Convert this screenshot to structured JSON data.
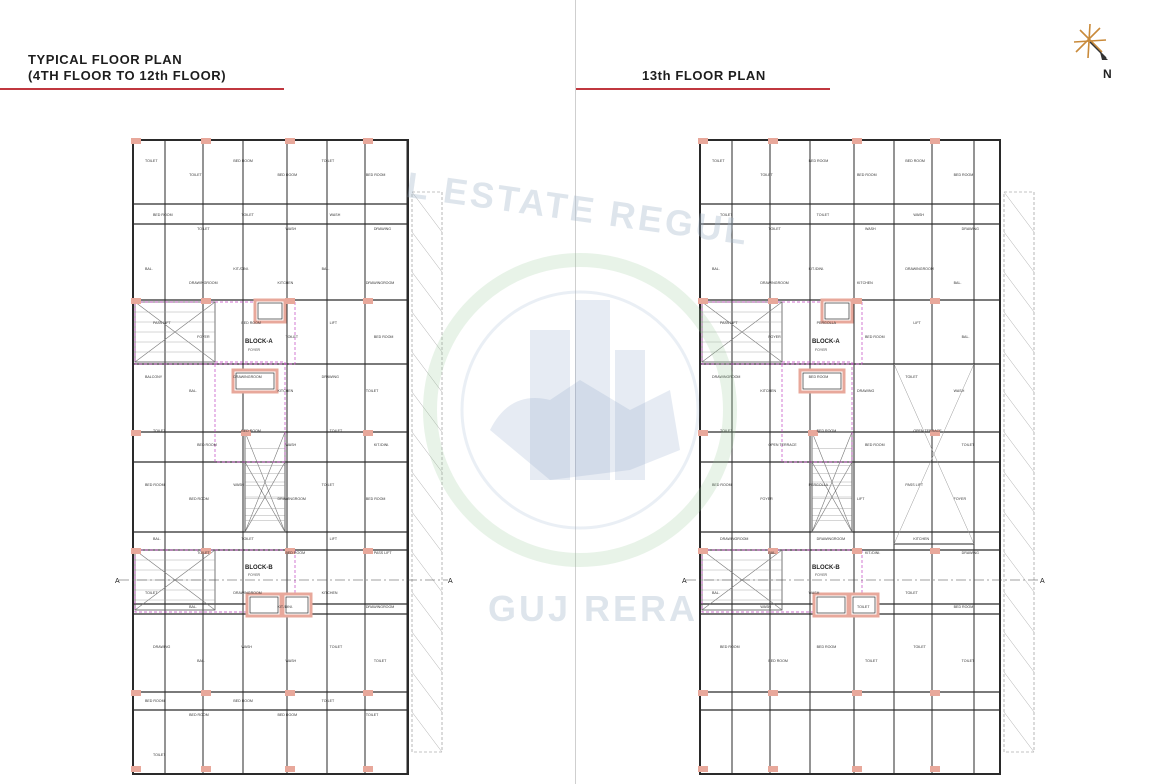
{
  "left": {
    "title_line1": "TYPICAL FLOOR PLAN",
    "title_line2": "(4TH FLOOR TO 12th FLOOR)"
  },
  "right": {
    "title": "13th FLOOR PLAN"
  },
  "compass": {
    "north_label": "N"
  },
  "watermark": {
    "text_top": "L ESTATE REGUL",
    "text_bottom": "GUJ RERA"
  },
  "block_labels": {
    "block_a": "BLOCK-A",
    "block_b": "BLOCK-B",
    "foyer": "FOYER"
  },
  "section_marker": "A",
  "colors": {
    "accent": "#c0373f",
    "wall": "#2a2a2a",
    "column": "#e8a89b",
    "circulation": "#c040c0"
  },
  "left_rooms": [
    "TOILET",
    "TOILET",
    "BED ROOM",
    "BED ROOM",
    "TOILET",
    "BED ROOM",
    "BED ROOM",
    "TOILET",
    "TOILET",
    "WASH",
    "WASH",
    "DRAWING",
    "BAL.",
    "DRAWINGROOM",
    "KIT./DINI.",
    "KITCHEN",
    "BAL.",
    "DRAWINGROOM",
    "PASS LIFT",
    "FOYER",
    "BED ROOM",
    "TOILET",
    "LIFT",
    "BED ROOM",
    "BALCONY",
    "BAL.",
    "DRAWINGROOM",
    "KITCHEN",
    "DRAWING",
    "TOILET",
    "TOILET",
    "BED ROOM",
    "BED ROOM",
    "WASH",
    "TOILET",
    "KIT./DINI.",
    "BED ROOM",
    "BED ROOM",
    "WASH",
    "DRAWINGROOM",
    "TOILET",
    "BED ROOM",
    "BAL.",
    "TOILET",
    "TOILET",
    "BED ROOM",
    "LIFT",
    "PASS LIFT",
    "TOILET",
    "BAL.",
    "DRAWINGROOM",
    "KIT./DINI.",
    "KITCHEN",
    "DRAWINGROOM",
    "DRAWING",
    "BAL.",
    "WASH",
    "WASH",
    "TOILET",
    "TOILET",
    "BED ROOM",
    "BED ROOM",
    "BED ROOM",
    "BED ROOM",
    "TOILET",
    "TOILET",
    "TOILET"
  ],
  "right_rooms": [
    "TOILET",
    "TOILET",
    "BED ROOM",
    "BED ROOM",
    "BED ROOM",
    "BED ROOM",
    "TOILET",
    "TOILET",
    "TOILET",
    "WASH",
    "WASH",
    "DRAWING",
    "BAL.",
    "DRAWINGROOM",
    "KIT./DINI.",
    "KITCHEN",
    "DRAWINGROOM",
    "BAL.",
    "PASS LIFT",
    "FOYER",
    "PERGOLLA",
    "BED ROOM",
    "LIFT",
    "BAL.",
    "DRAWINGROOM",
    "KITCHEN",
    "BED ROOM",
    "DRAWING",
    "TOILET",
    "WASH",
    "TOILET",
    "OPEN TERRACE",
    "BED ROOM",
    "BED ROOM",
    "OPEN TERRACE",
    "TOILET",
    "BED ROOM",
    "FOYER",
    "PERGOLLA",
    "LIFT",
    "PASS LIFT",
    "FOYER",
    "DRAWINGROOM",
    "BAL.",
    "DRAWINGROOM",
    "KIT./DINI.",
    "KITCHEN",
    "DRAWING",
    "BAL.",
    "WASH",
    "WASH",
    "TOILET",
    "TOILET",
    "BED ROOM",
    "BED ROOM",
    "BED ROOM",
    "BED ROOM",
    "TOILET",
    "TOILET",
    "TOILET"
  ]
}
